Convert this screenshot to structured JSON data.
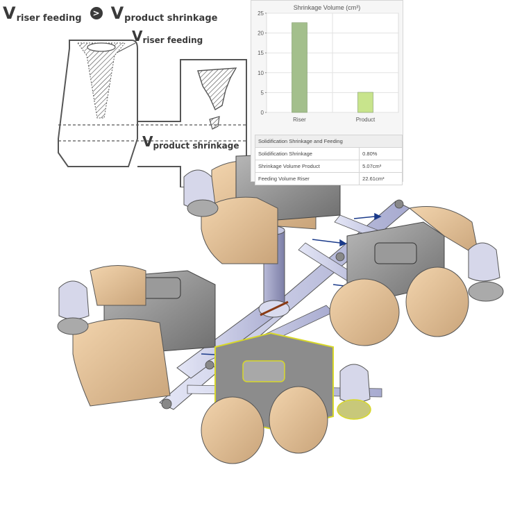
{
  "header": {
    "left_v": "V",
    "left_sub": "riser feeding",
    "compare_symbol": ">",
    "right_v": "V",
    "right_sub": "product shrinkage"
  },
  "sketch": {
    "riser_label_v": "V",
    "riser_label_sub": "riser feeding",
    "product_label_v": "V",
    "product_label_sub": "product shrinkage"
  },
  "chart_data": {
    "type": "bar",
    "title": "Shrinkage Volume (cm³)",
    "categories": [
      "Riser",
      "Product"
    ],
    "values": [
      22.61,
      5.07
    ],
    "colors": [
      "#a3bf8c",
      "#c8e48c"
    ],
    "ylim": [
      0,
      25
    ],
    "yticks": [
      0,
      5,
      10,
      15,
      20,
      25
    ],
    "xlabel": "",
    "ylabel": "",
    "grid": true
  },
  "table": {
    "title": "Solidification Shrinkage and Feeding",
    "rows": [
      {
        "label": "Solidification Shrinkage",
        "value": "0.80%"
      },
      {
        "label": "Shrinkage Volume Product",
        "value": "5.07cm³"
      },
      {
        "label": "Feeding Volume Riser",
        "value": "22.61cm³"
      }
    ]
  },
  "colors": {
    "part_gray": "#8c8c8c",
    "riser_tan": "#e8c49a",
    "runner_lavender": "#c9cce6",
    "highlight_yellow": "#d8d82a",
    "flow_arrow_blue": "#1a3a8a",
    "sprue_purple": "#9496b8"
  }
}
